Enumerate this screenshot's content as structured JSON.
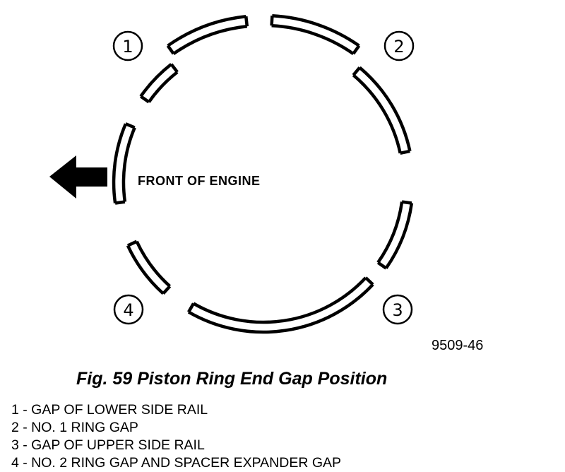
{
  "diagram": {
    "front_label": "FRONT OF ENGINE",
    "figure_code": "9509-46",
    "callouts": [
      "1",
      "2",
      "3",
      "4"
    ]
  },
  "caption": "Fig. 59 Piston Ring End Gap Position",
  "legend": [
    "1 - GAP OF LOWER SIDE RAIL",
    "2 - NO. 1 RING GAP",
    "3 - GAP OF UPPER SIDE RAIL",
    "4 - NO. 2 RING GAP AND SPACER EXPANDER GAP"
  ]
}
